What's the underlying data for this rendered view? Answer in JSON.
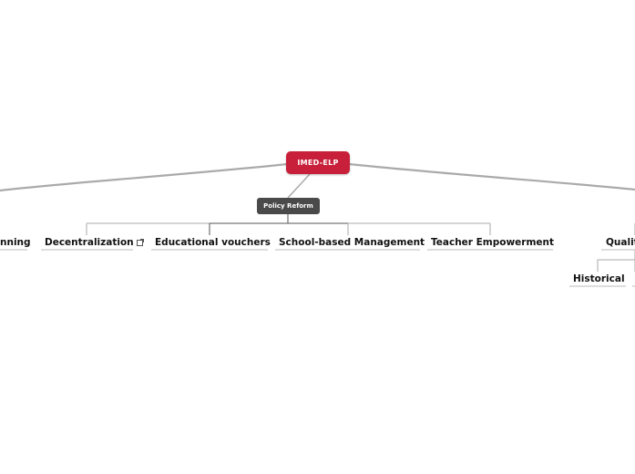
{
  "mindmap": {
    "root": {
      "label": "IMED-ELP"
    },
    "central_topic": {
      "label": "Policy Reform"
    },
    "left_partial": {
      "label": "nning"
    },
    "topics": [
      {
        "label": "Decentralization"
      },
      {
        "label": "Educational vouchers"
      },
      {
        "label": "School-based Management"
      },
      {
        "label": "Teacher Empowerment"
      }
    ],
    "right_branch": {
      "label": "Qualit",
      "children": [
        {
          "label": "Historical"
        }
      ]
    },
    "colors": {
      "root": "#c8203a",
      "central": "#4a4a4a",
      "connector": "#aaaaaa",
      "connector_dark": "#555555"
    },
    "icons": {
      "decentralization_link": "external-link-icon"
    }
  }
}
